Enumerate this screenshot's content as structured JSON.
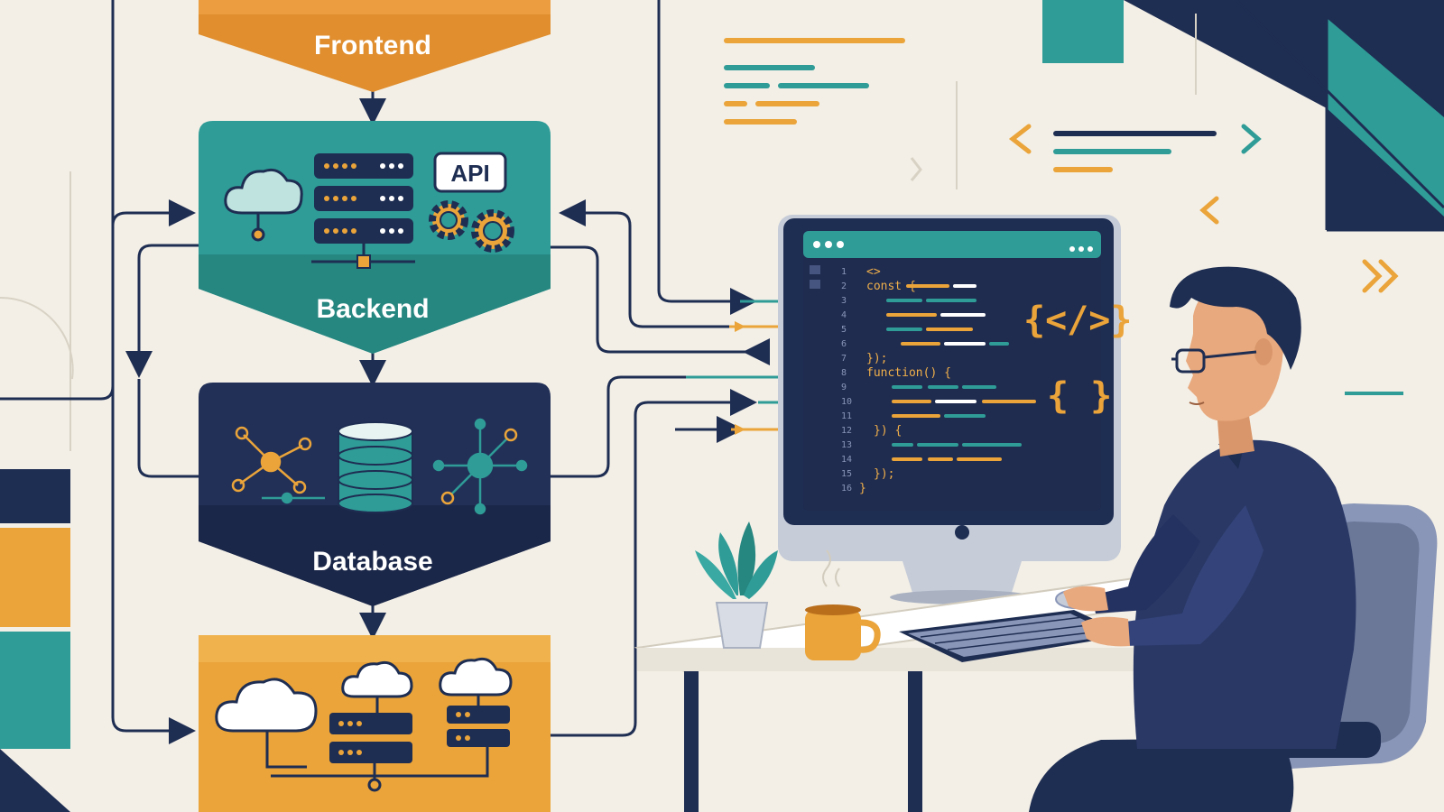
{
  "layers": [
    {
      "id": "frontend",
      "label": "Frontend",
      "color": "#e08e2e"
    },
    {
      "id": "backend",
      "label": "Backend",
      "color": "#2f9c97"
    },
    {
      "id": "database",
      "label": "Database",
      "color": "#223058"
    },
    {
      "id": "cloud",
      "label": "",
      "color": "#eaa43a"
    }
  ],
  "badges": {
    "api": "API"
  },
  "code": {
    "line_numbers": [
      "1",
      "2",
      "3",
      "4",
      "5",
      "6",
      "7",
      "8",
      "9",
      "10",
      "11",
      "12",
      "13",
      "14",
      "15",
      "16"
    ],
    "lines": [
      {
        "n": "1",
        "text": "<>"
      },
      {
        "n": "2",
        "text": "const {"
      },
      {
        "n": "7",
        "text": "});"
      },
      {
        "n": "8",
        "text": "function() {"
      },
      {
        "n": "12",
        "text": "}) {"
      },
      {
        "n": "15",
        "text": "});"
      },
      {
        "n": "16",
        "text": "}"
      }
    ],
    "tag_symbol": "{</>}",
    "brace_symbol": "{ }"
  },
  "palette": {
    "navy": "#1e2d52",
    "teal": "#2f9c97",
    "orange": "#e08e2e",
    "yellow": "#eaa43a",
    "background": "#f3efe6",
    "screen": "#1f2b4f"
  },
  "icons": [
    "cloud-gear-icon",
    "server-rack-icon",
    "gear-icon",
    "network-node-icon",
    "database-icon",
    "hub-icon",
    "cloud-icon",
    "server-icon",
    "coffee-mug-icon",
    "plant-icon",
    "keyboard-icon",
    "mouse-icon",
    "monitor-icon",
    "developer-person-icon",
    "office-chair-icon"
  ]
}
